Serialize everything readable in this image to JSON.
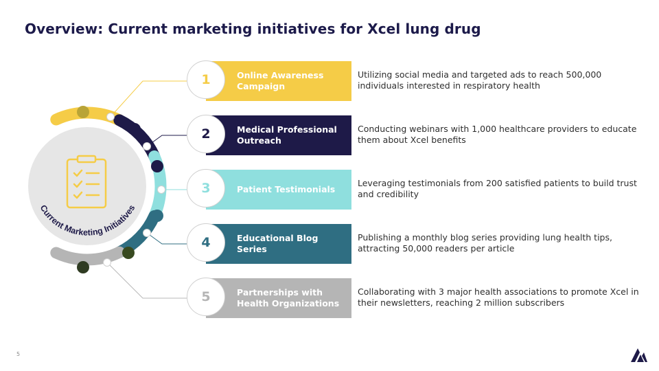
{
  "slide": {
    "title": "Overview: Current marketing initiatives for Xcel lung drug",
    "page_number": "5"
  },
  "hub": {
    "label": "Current Marketing Initiatives",
    "icon": "checklist-icon"
  },
  "initiatives": [
    {
      "number": "1",
      "title": "Online Awareness Campaign",
      "description": "Utilizing social media and targeted ads to reach 500,000 individuals interested in respiratory health",
      "color": "#f5cc47",
      "number_color": "#f5cc47",
      "text_color": "#ffffff"
    },
    {
      "number": "2",
      "title": "Medical Professional Outreach",
      "description": "Conducting webinars with 1,000 healthcare providers to educate them about Xcel benefits",
      "color": "#1e1a48",
      "number_color": "#1e1a48",
      "text_color": "#ffffff"
    },
    {
      "number": "3",
      "title": "Patient Testimonials",
      "description": "Leveraging testimonials from 200 satisfied patients to build trust and credibility",
      "color": "#8fdfde",
      "number_color": "#8fdfde",
      "text_color": "#ffffff"
    },
    {
      "number": "4",
      "title": "Educational Blog Series",
      "description": "Publishing a monthly blog series providing lung health tips, attracting 50,000 readers per article",
      "color": "#2f6e82",
      "number_color": "#2f6e82",
      "text_color": "#ffffff"
    },
    {
      "number": "5",
      "title": "Partnerships with Health Organizations",
      "description": "Collaborating with 3 major health associations to promote Xcel in their newsletters, reaching 2 million subscribers",
      "color": "#b5b5b5",
      "number_color": "#b5b5b5",
      "text_color": "#ffffff"
    }
  ],
  "colors": {
    "title": "#1c1a4a",
    "hub_fill": "#e6e6e6",
    "hub_text": "#1e1a48",
    "icon": "#f5cc47",
    "connector": "#b8b8b8",
    "end_dot_top": "#b9a437",
    "end_dot_bottom": "#2f3b22",
    "arc_dot_olive": "#384a20"
  }
}
